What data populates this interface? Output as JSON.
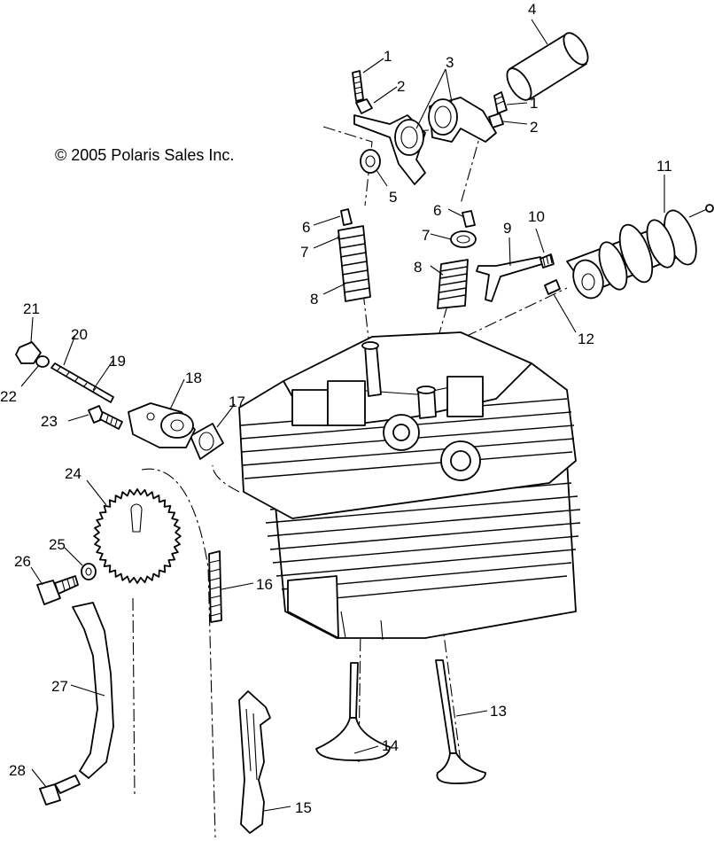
{
  "diagram": {
    "copyright": "© 2005 Polaris Sales Inc.",
    "callouts": [
      "1",
      "2",
      "3",
      "4",
      "1",
      "2",
      "5",
      "6",
      "7",
      "8",
      "6",
      "7",
      "8",
      "9",
      "10",
      "11",
      "12",
      "21",
      "20",
      "19",
      "22",
      "18",
      "17",
      "23",
      "24",
      "25",
      "26",
      "16",
      "27",
      "13",
      "14",
      "28",
      "15"
    ]
  }
}
